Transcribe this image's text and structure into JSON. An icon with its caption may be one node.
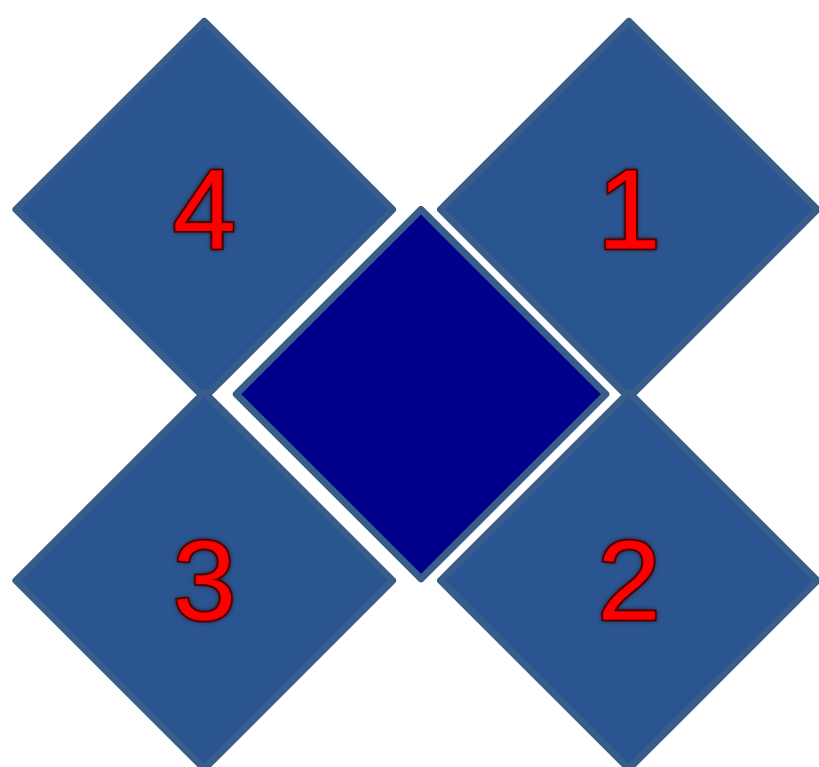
{
  "diagram": {
    "nodes": [
      {
        "text": [
          "4"
        ]
      },
      {
        "text": [
          "1"
        ]
      },
      {
        "text": [],
        "shape": "diamond"
      },
      {
        "text": [
          "3"
        ]
      },
      {
        "text": [
          "2"
        ]
      }
    ]
  }
}
